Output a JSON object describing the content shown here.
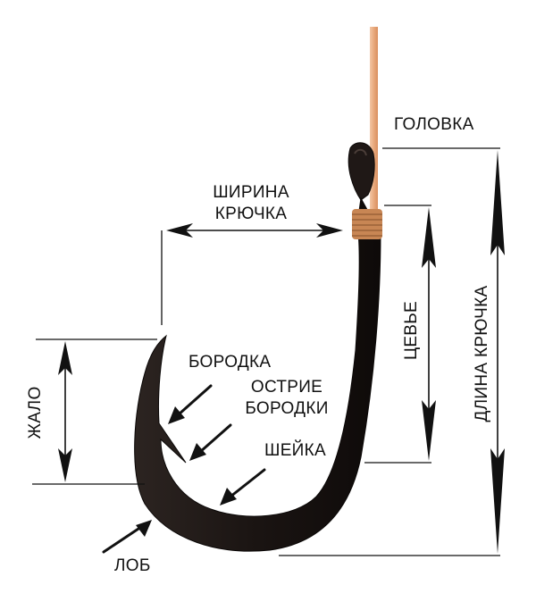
{
  "labels": {
    "head": "ГОЛОВКА",
    "width_line1": "ШИРИНА",
    "width_line2": "КРЮЧКА",
    "shank": "ЦЕВЬЕ",
    "hook_length": "ДЛИНА КРЮЧКА",
    "barb": "БОРОДКА",
    "barb_point_line1": "ОСТРИЕ",
    "barb_point_line2": "БОРОДКИ",
    "throat": "ШЕЙКА",
    "point": "ЖАЛО",
    "bend": "ЛОБ"
  },
  "colors": {
    "hook": "#1a1412",
    "line": "#e8a97d",
    "whipping": "#c88654",
    "annotation": "#111111"
  }
}
